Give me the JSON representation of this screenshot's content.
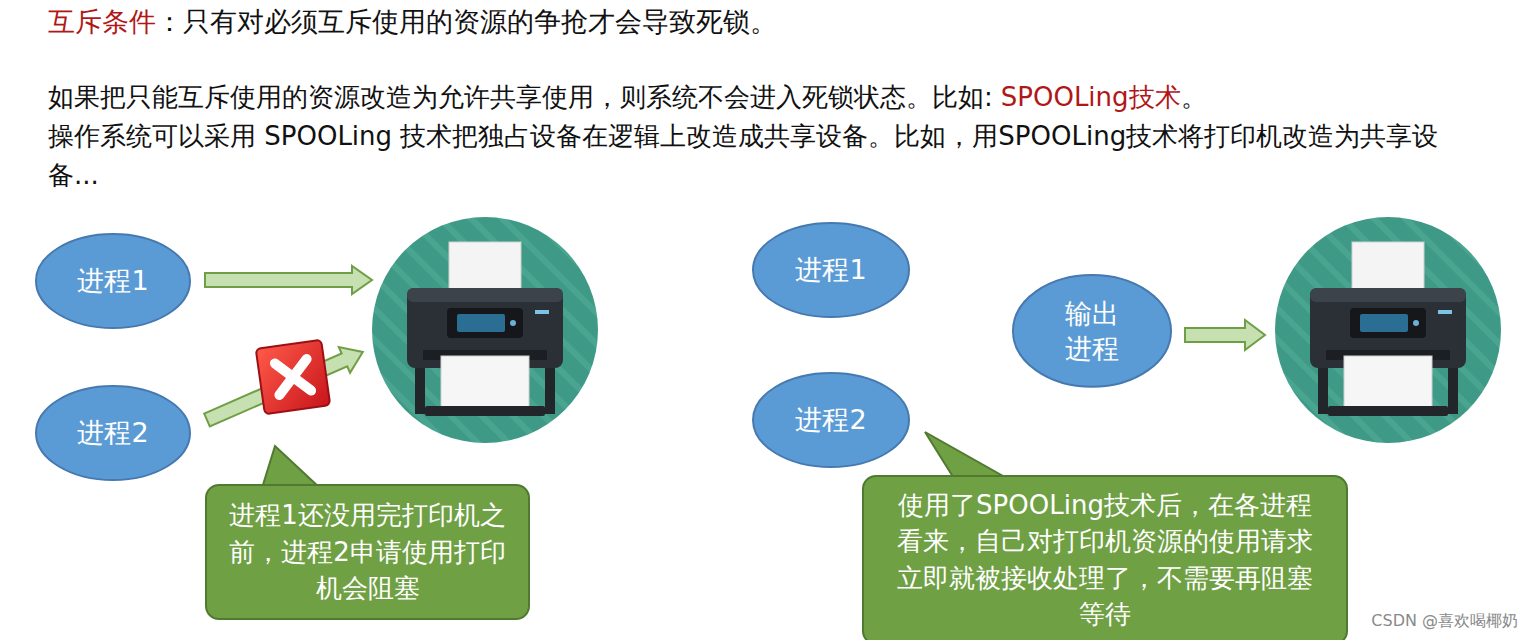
{
  "diagram": {
    "title": "互斥条件",
    "nodes": [
      {
        "text": [
          "进程1"
        ]
      },
      {
        "text": [
          "进程2"
        ]
      },
      {
        "text": [
          "进程1还没用完打印机之前，进程2申请使用打印机会阻塞"
        ]
      },
      {
        "text": [
          "进程1"
        ]
      },
      {
        "text": [
          "输出进程"
        ]
      },
      {
        "text": [
          "进程2"
        ]
      },
      {
        "text": [
          "使用了SPOOLing技术后，在各进程看来，自己对打印机资源的使用请求立即就被接收处理了，不需要再阻塞等待"
        ]
      }
    ],
    "labels": [
      "：只有对必须互斥使用的资源的争抢才会导致死锁。",
      "如果把只能互斥使用的资源改造为允许共享使用，则系统不会进入死锁状态。比如:",
      "SPOOLing技术",
      "。",
      "操作系统可以采用 SPOOLing 技术把独占设备在逻辑上改造成共享设备。比如，用SPOOLing技术将打印机改造为共享设备...",
      "CSDN @喜欢喝椰奶"
    ]
  }
}
